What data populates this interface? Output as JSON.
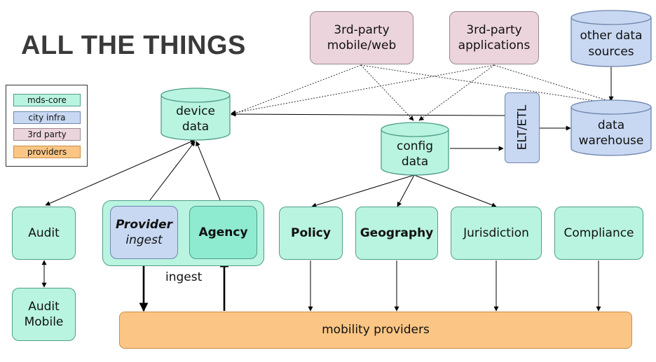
{
  "title": "ALL THE THINGS",
  "legend": [
    {
      "label": "mds-core",
      "color": "#b9f4e0"
    },
    {
      "label": "city infra",
      "color": "#c8d8f2"
    },
    {
      "label": "3rd party",
      "color": "#ecd4dc"
    },
    {
      "label": "providers",
      "color": "#fbc685"
    }
  ],
  "nodes": {
    "third_party_mobile": "3rd-party\nmobile/web",
    "third_party_apps": "3rd-party\napplications",
    "other_sources": "other data\nsources",
    "device_data": "device\ndata",
    "config_data": "config\ndata",
    "data_warehouse": "data\nwarehouse",
    "elt_etl": "ELT/ETL",
    "audit": "Audit",
    "audit_mobile": "Audit\nMobile",
    "provider_ingest_title": "Provider",
    "provider_ingest_sub": "ingest",
    "agency": "Agency",
    "policy": "Policy",
    "geography": "Geography",
    "jurisdiction": "Jurisdiction",
    "compliance": "Compliance",
    "mobility_providers": "mobility providers",
    "ingest_label": "ingest"
  }
}
